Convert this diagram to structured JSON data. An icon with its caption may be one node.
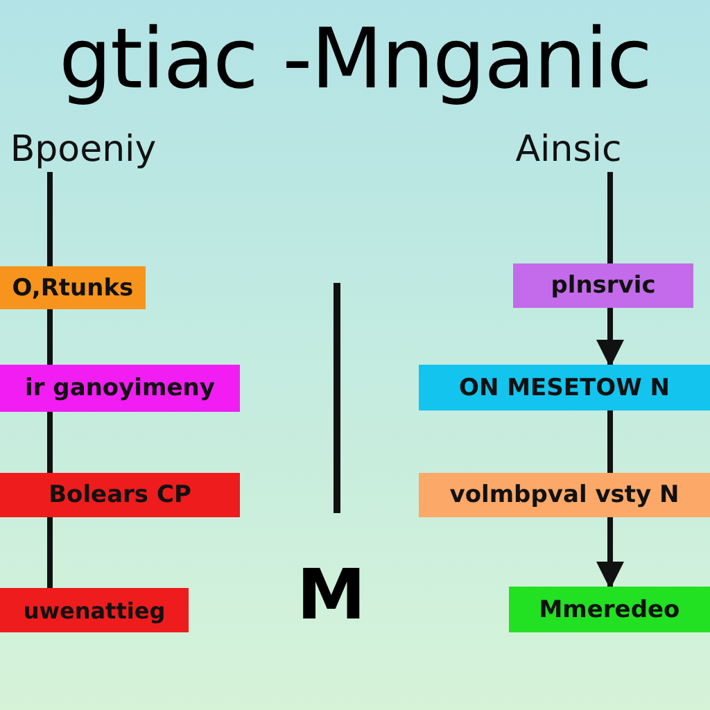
{
  "diagram": {
    "title": "gtiac -Mnganic",
    "nodes": [
      {
        "text": [
          "Bpoeniy"
        ]
      },
      {
        "text": [
          "O,Rtunks"
        ]
      },
      {
        "text": [
          "ir ganoyimeny"
        ]
      },
      {
        "text": [
          "Bolears CP"
        ]
      },
      {
        "text": [
          "uwenattieg"
        ]
      },
      {
        "text": [
          "Ainsic"
        ]
      },
      {
        "text": [
          "plnsrvic"
        ]
      },
      {
        "text": [
          "ON MESETOW N"
        ]
      },
      {
        "text": [
          "volmbpval vsty N"
        ]
      },
      {
        "text": [
          "Mmeredeo"
        ]
      }
    ],
    "edges": [
      {
        "from": 0,
        "to": 1,
        "arrow": "none"
      },
      {
        "from": 1,
        "to": 2,
        "arrow": "none"
      },
      {
        "from": 2,
        "to": 3,
        "arrow": "none"
      },
      {
        "from": 3,
        "to": 4,
        "arrow": "none"
      },
      {
        "from": 5,
        "to": 6,
        "arrow": "none"
      },
      {
        "from": 6,
        "to": 7,
        "arrow": "to"
      },
      {
        "from": 7,
        "to": 8,
        "arrow": "none"
      },
      {
        "from": 8,
        "to": 9,
        "arrow": "to"
      }
    ],
    "labels": [
      "M"
    ]
  }
}
